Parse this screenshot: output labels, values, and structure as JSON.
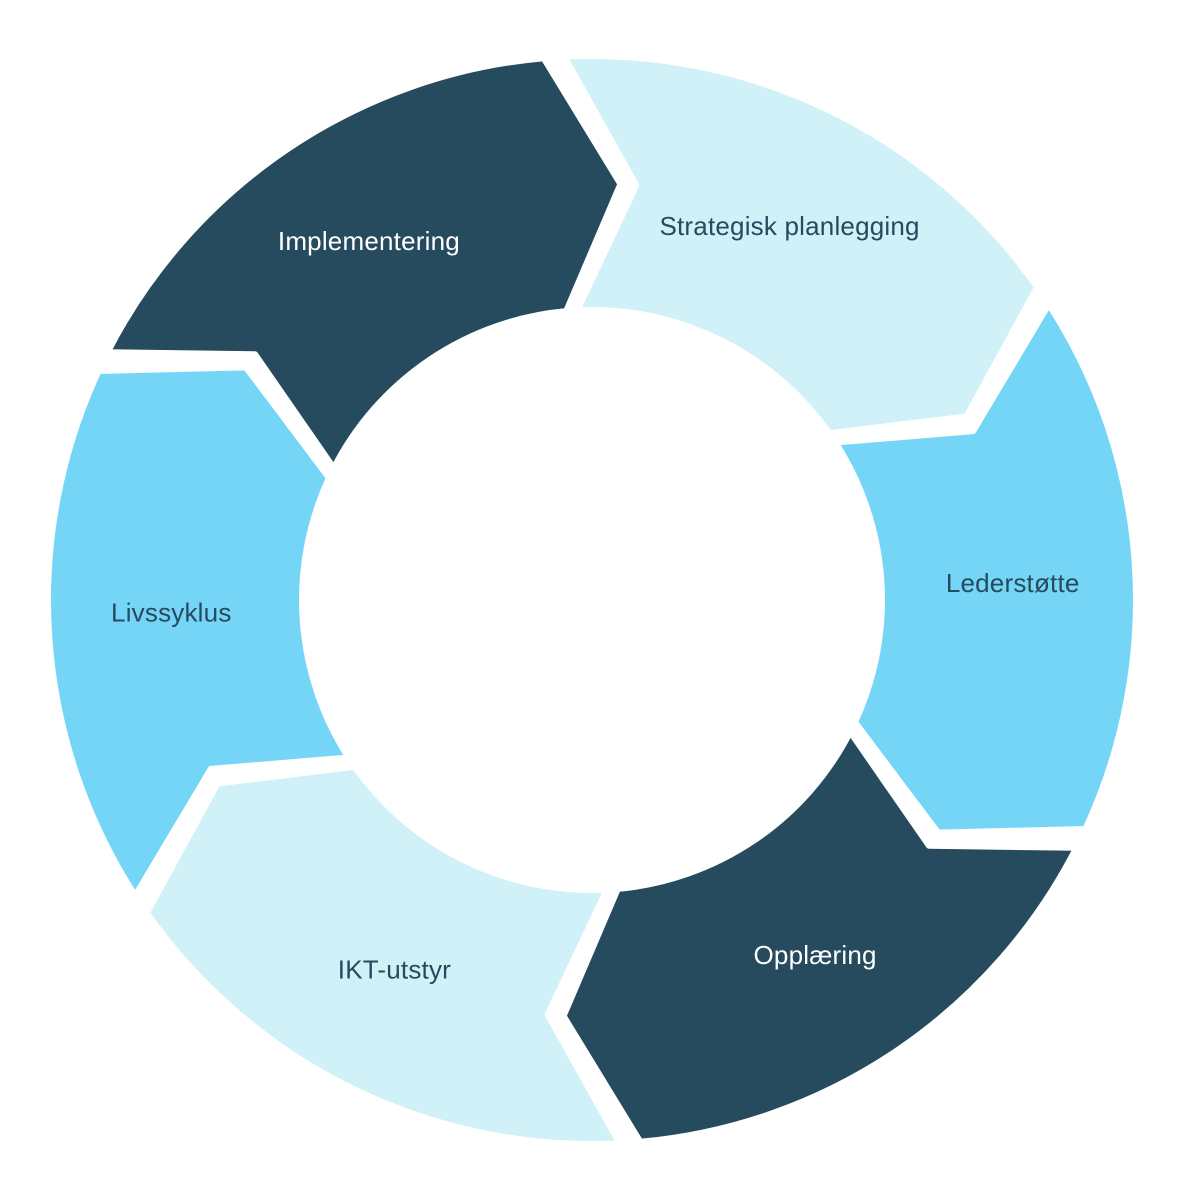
{
  "diagram": {
    "type": "cycle",
    "segments": [
      {
        "label": "Strategisk planlegging",
        "fill": "#d0f1f8",
        "text_color": "#264a5e"
      },
      {
        "label": "Lederstøtte",
        "fill": "#75d5f7",
        "text_color": "#264a5e"
      },
      {
        "label": "Opplæring",
        "fill": "#264a5e",
        "text_color": "#ffffff"
      },
      {
        "label": "IKT-utstyr",
        "fill": "#d0f1f8",
        "text_color": "#264a5e"
      },
      {
        "label": "Livssyklus",
        "fill": "#75d5f7",
        "text_color": "#264a5e"
      },
      {
        "label": "Implementering",
        "fill": "#264a5e",
        "text_color": "#ffffff"
      }
    ]
  }
}
